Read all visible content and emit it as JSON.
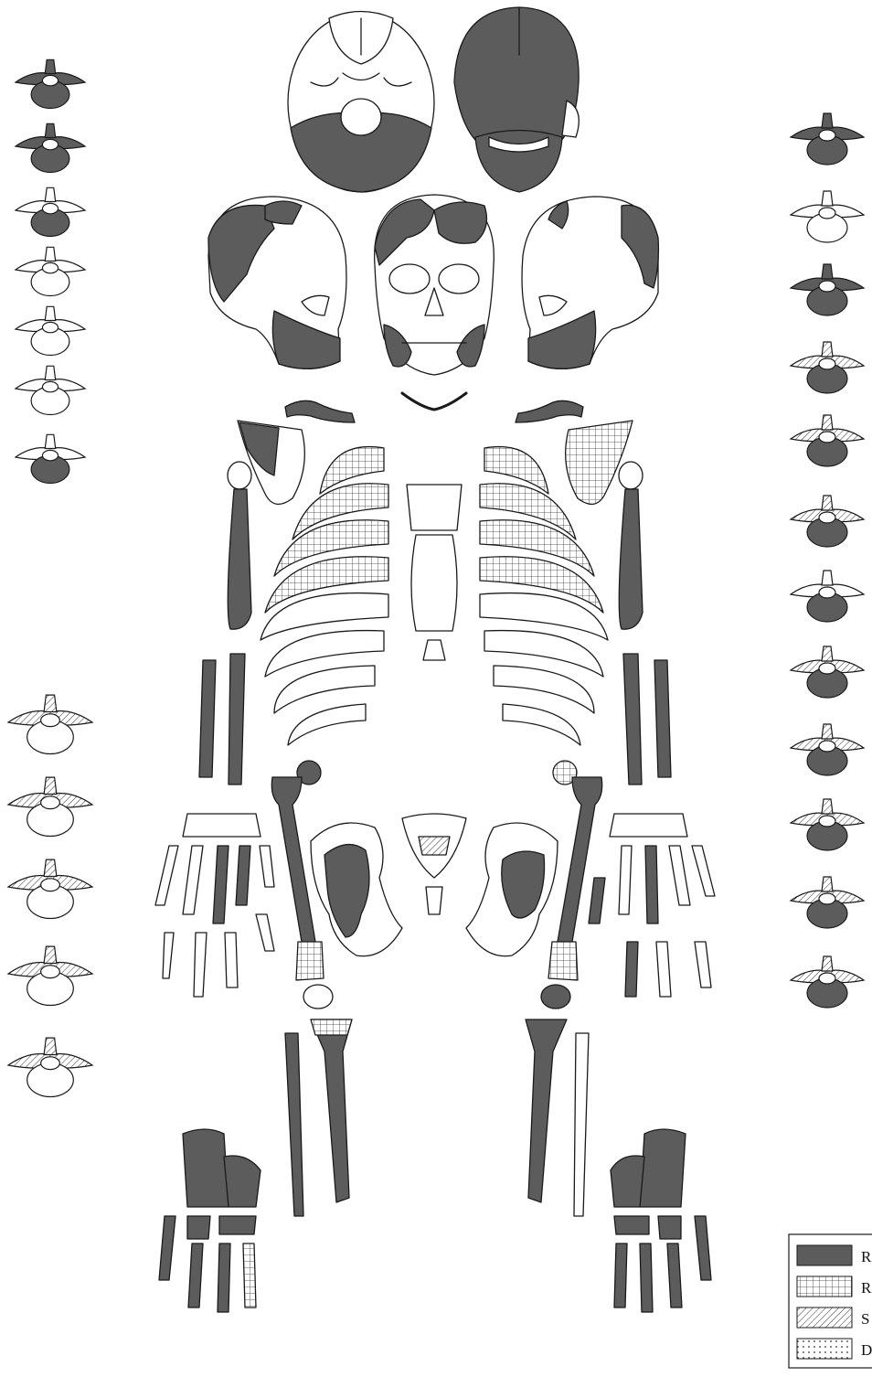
{
  "colors": {
    "outline": "#1a1a1a",
    "shade": "#5c5c5c",
    "bone": "#ffffff",
    "background": "#ffffff"
  },
  "legend": {
    "items": [
      {
        "label": "R",
        "pattern": "solid"
      },
      {
        "label": "R",
        "pattern": "grid"
      },
      {
        "label": "S",
        "pattern": "hatch"
      },
      {
        "label": "D",
        "pattern": "dots"
      }
    ]
  },
  "regions": [
    "cervical-vertebrae",
    "thoracic-vertebrae",
    "lumbar-vertebrae",
    "skull",
    "mandible",
    "clavicles",
    "scapulae",
    "ribs",
    "sternum",
    "humeri",
    "radii-ulnae",
    "hands",
    "pelvis",
    "sacrum",
    "femora",
    "patellae",
    "tibiae-fibulae",
    "feet"
  ]
}
